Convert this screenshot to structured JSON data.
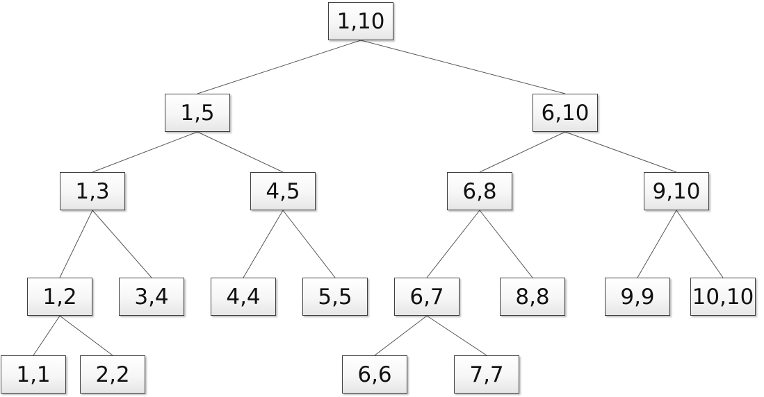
{
  "diagram": {
    "type": "tree",
    "nodes": [
      {
        "id": "n1_10",
        "label": "1,10"
      },
      {
        "id": "n1_5",
        "label": "1,5"
      },
      {
        "id": "n6_10",
        "label": "6,10"
      },
      {
        "id": "n1_3",
        "label": "1,3"
      },
      {
        "id": "n4_5",
        "label": "4,5"
      },
      {
        "id": "n6_8",
        "label": "6,8"
      },
      {
        "id": "n9_10",
        "label": "9,10"
      },
      {
        "id": "n1_2",
        "label": "1,2"
      },
      {
        "id": "n3_4",
        "label": "3,4"
      },
      {
        "id": "n4_4",
        "label": "4,4"
      },
      {
        "id": "n5_5",
        "label": "5,5"
      },
      {
        "id": "n6_7",
        "label": "6,7"
      },
      {
        "id": "n8_8",
        "label": "8,8"
      },
      {
        "id": "n9_9",
        "label": "9,9"
      },
      {
        "id": "n10_10",
        "label": "10,10"
      },
      {
        "id": "n1_1",
        "label": "1,1"
      },
      {
        "id": "n2_2",
        "label": "2,2"
      },
      {
        "id": "n6_6",
        "label": "6,6"
      },
      {
        "id": "n7_7",
        "label": "7,7"
      }
    ],
    "edges": [
      {
        "from": "n1_10",
        "to": "n1_5"
      },
      {
        "from": "n1_10",
        "to": "n6_10"
      },
      {
        "from": "n1_5",
        "to": "n1_3"
      },
      {
        "from": "n1_5",
        "to": "n4_5"
      },
      {
        "from": "n6_10",
        "to": "n6_8"
      },
      {
        "from": "n6_10",
        "to": "n9_10"
      },
      {
        "from": "n1_3",
        "to": "n1_2"
      },
      {
        "from": "n1_3",
        "to": "n3_4"
      },
      {
        "from": "n4_5",
        "to": "n4_4"
      },
      {
        "from": "n4_5",
        "to": "n5_5"
      },
      {
        "from": "n6_8",
        "to": "n6_7"
      },
      {
        "from": "n6_8",
        "to": "n8_8"
      },
      {
        "from": "n9_10",
        "to": "n9_9"
      },
      {
        "from": "n9_10",
        "to": "n10_10"
      },
      {
        "from": "n1_2",
        "to": "n1_1"
      },
      {
        "from": "n1_2",
        "to": "n2_2"
      },
      {
        "from": "n6_7",
        "to": "n6_6"
      },
      {
        "from": "n6_7",
        "to": "n7_7"
      }
    ],
    "colors": {
      "edge": "#555555",
      "border": "#404040",
      "text": "#111111"
    }
  }
}
